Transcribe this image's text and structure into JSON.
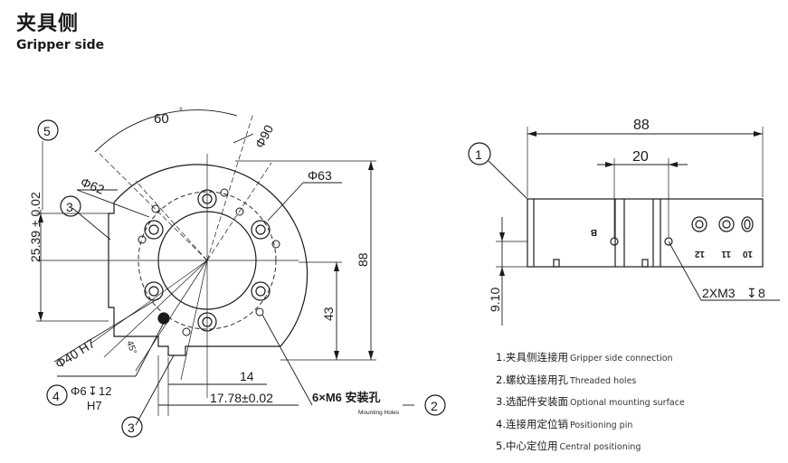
{
  "header": {
    "title": "夹具侧",
    "subtitle": "Gripper side"
  },
  "left_view": {
    "callout_5": "5",
    "callout_3_top": "3",
    "callout_4": "4",
    "callout_3_bottom": "3",
    "callout_2": "2",
    "dim_angle": "60",
    "dim_angle_unit": "°",
    "dim_d90": "Φ90",
    "dim_d62": "Φ62",
    "dim_d63": "Φ63",
    "dim_height": "25.39 ± 0.02",
    "dim_88": "88",
    "dim_43": "43",
    "dim_d40": "Φ40 H7",
    "dim_45": "45°",
    "dim_d6": "Φ6",
    "dim_d6_depth": "12",
    "dim_d6_tol": "H7",
    "dim_14": "14",
    "dim_1778": "17.78±0.02",
    "mount_label": "6×M6 安装孔",
    "mount_sub": "Mounting Holes"
  },
  "right_view": {
    "callout_1": "1",
    "dim_88": "88",
    "dim_20": "20",
    "dim_910": "9.10",
    "thread_label": "2XM3",
    "thread_depth": "8",
    "mark_b": "B",
    "mark_12": "12",
    "mark_11": "11",
    "mark_10": "10"
  },
  "legend": {
    "items": [
      {
        "zh": "1.夹具侧连接用",
        "en": "Gripper side connection"
      },
      {
        "zh": "2.螺纹连接用孔",
        "en": "Threaded holes"
      },
      {
        "zh": "3.选配件安装面",
        "en": "Optional mounting surface"
      },
      {
        "zh": "4.连接用定位销",
        "en": "Positioning pin"
      },
      {
        "zh": "5.中心定位用",
        "en": "Central positioning"
      }
    ]
  }
}
